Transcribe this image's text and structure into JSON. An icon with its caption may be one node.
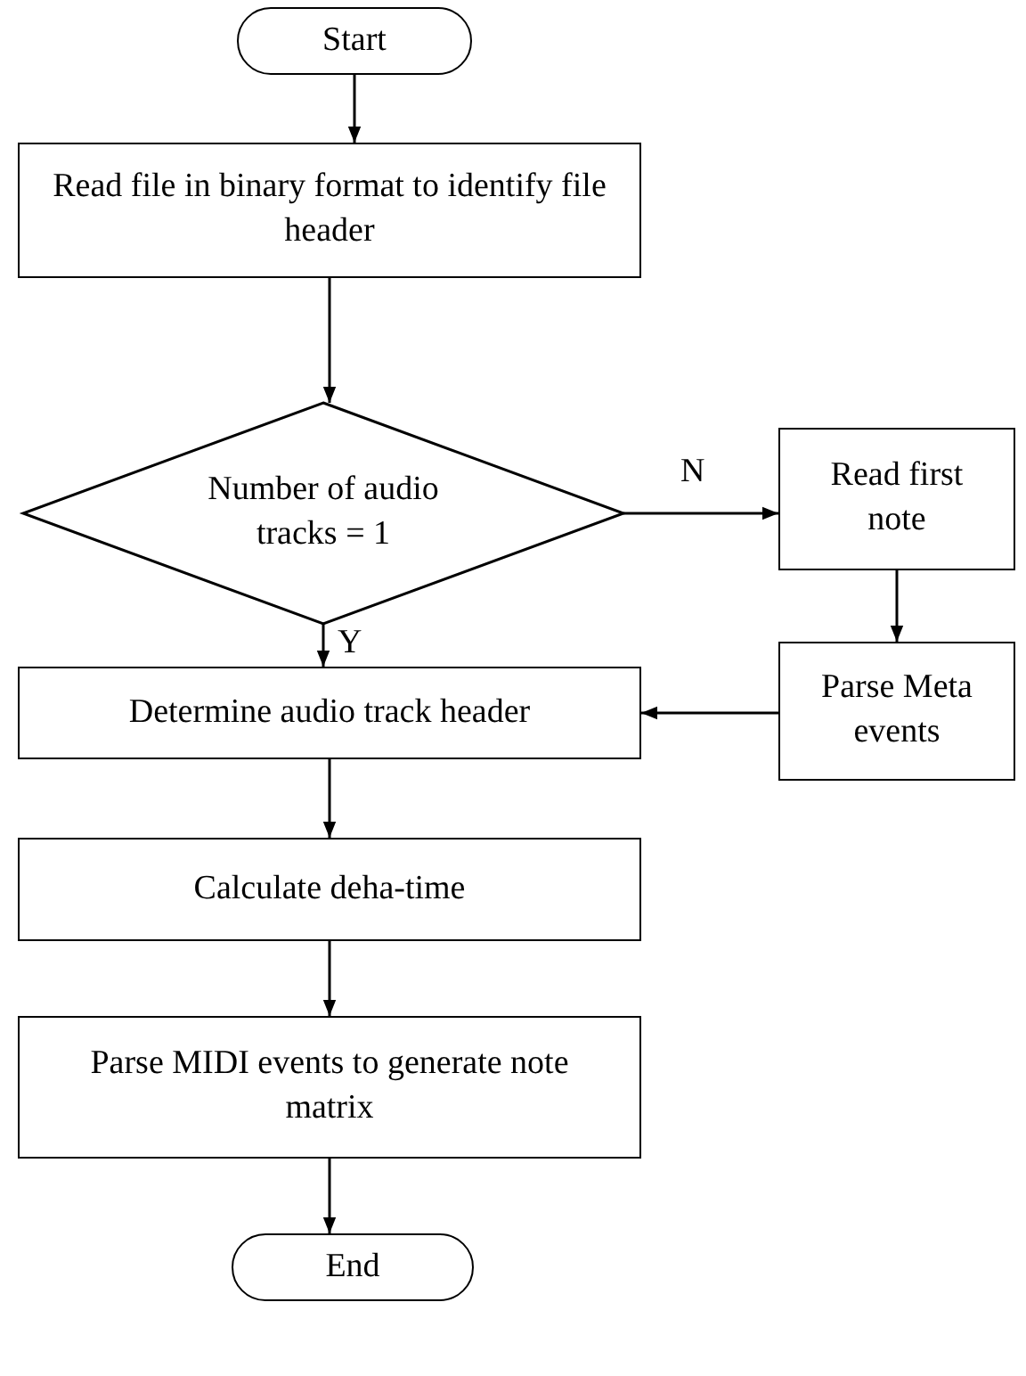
{
  "diagram": {
    "nodes": [
      {
        "text": [
          "Start"
        ]
      },
      {
        "text": [
          "Read file in binary format to identify file header"
        ]
      },
      {
        "text": [
          "Number of audio tracks = 1"
        ]
      },
      {
        "text": [
          "Read first note"
        ]
      },
      {
        "text": [
          "Parse Meta events"
        ]
      },
      {
        "text": [
          "Determine audio track header"
        ]
      },
      {
        "text": [
          "Calculate deha-time"
        ]
      },
      {
        "text": [
          "Parse MIDI events to generate note matrix"
        ]
      },
      {
        "text": [
          "End"
        ]
      }
    ],
    "edges": [
      {
        "from": 0,
        "to": 1,
        "arrow": "to"
      },
      {
        "from": 1,
        "to": 2,
        "arrow": "to"
      },
      {
        "from": 2,
        "to": 3,
        "arrow": "to",
        "label": "N"
      },
      {
        "from": 3,
        "to": 4,
        "arrow": "to"
      },
      {
        "from": 4,
        "to": 5,
        "arrow": "to"
      },
      {
        "from": 2,
        "to": 5,
        "arrow": "to",
        "label": "Y"
      },
      {
        "from": 5,
        "to": 6,
        "arrow": "to"
      },
      {
        "from": 6,
        "to": 7,
        "arrow": "to"
      },
      {
        "from": 7,
        "to": 8,
        "arrow": "to"
      }
    ]
  }
}
